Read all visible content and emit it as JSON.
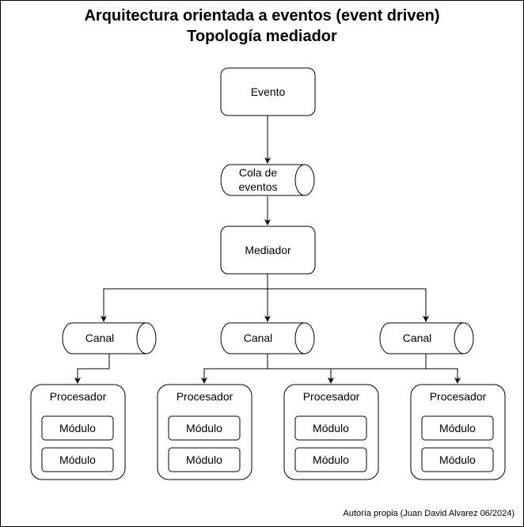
{
  "title": {
    "line1": "Arquitectura orientada a eventos (event driven)",
    "line2": "Topología mediador"
  },
  "nodes": {
    "evento": "Evento",
    "cola_line1": "Cola de",
    "cola_line2": "eventos",
    "mediador": "Mediador",
    "canal": "Canal",
    "procesador": "Procesador",
    "modulo": "Módulo"
  },
  "footer": "Autoría propia (Juan David Alvarez 06/2024)"
}
